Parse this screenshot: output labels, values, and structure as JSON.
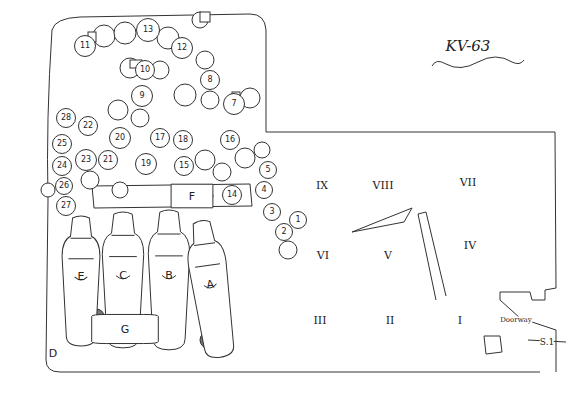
{
  "diagram": {
    "title": "KV-63",
    "nodes": [
      {
        "text": [
          "11"
        ]
      },
      {
        "text": [
          "13"
        ]
      },
      {
        "text": [
          "12"
        ]
      },
      {
        "text": [
          "10"
        ]
      },
      {
        "text": [
          "9"
        ]
      },
      {
        "text": [
          "8"
        ]
      },
      {
        "text": [
          "7"
        ]
      },
      {
        "text": [
          "28"
        ]
      },
      {
        "text": [
          "22"
        ]
      },
      {
        "text": [
          "20"
        ]
      },
      {
        "text": [
          "17"
        ]
      },
      {
        "text": [
          "18"
        ]
      },
      {
        "text": [
          "16"
        ]
      },
      {
        "text": [
          "25"
        ]
      },
      {
        "text": [
          "23"
        ]
      },
      {
        "text": [
          "21"
        ]
      },
      {
        "text": [
          "19"
        ]
      },
      {
        "text": [
          "15"
        ]
      },
      {
        "text": [
          "24"
        ]
      },
      {
        "text": [
          "26"
        ]
      },
      {
        "text": [
          "27"
        ]
      },
      {
        "text": [
          "14"
        ]
      },
      {
        "text": [
          "5"
        ]
      },
      {
        "text": [
          "4"
        ]
      },
      {
        "text": [
          "3"
        ]
      },
      {
        "text": [
          "1"
        ]
      },
      {
        "text": [
          "2"
        ]
      },
      {
        "text": [
          "F"
        ]
      },
      {
        "text": [
          "E"
        ]
      },
      {
        "text": [
          "C"
        ]
      },
      {
        "text": [
          "B"
        ]
      },
      {
        "text": [
          "A"
        ]
      },
      {
        "text": [
          "G"
        ]
      },
      {
        "text": [
          "D"
        ]
      }
    ],
    "labels": [
      "IX",
      "VIII",
      "VII",
      "VI",
      "V",
      "IV",
      "III",
      "II",
      "I",
      "Doorway",
      "S.1"
    ]
  }
}
